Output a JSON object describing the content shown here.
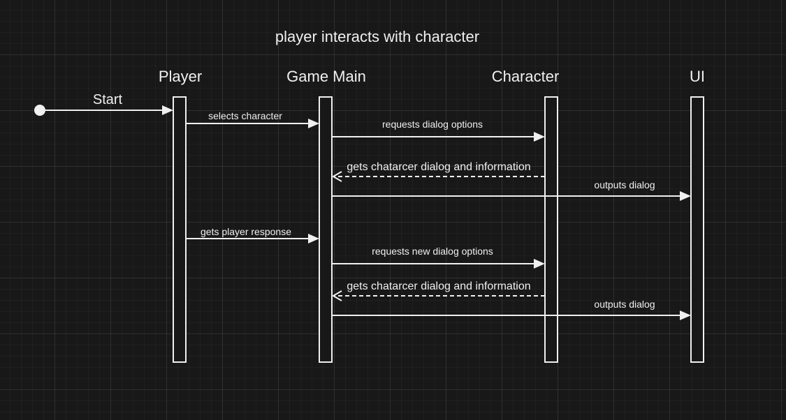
{
  "diagram": {
    "title": "player interacts with character",
    "start_label": "Start",
    "lifelines": {
      "player": "Player",
      "game_main": "Game Main",
      "character": "Character",
      "ui": "UI"
    },
    "messages": {
      "m1": "selects character",
      "m2": "requests dialog options",
      "m3": "gets chatarcer dialog and information",
      "m4": "outputs dialog",
      "m5": "gets player response",
      "m6": "requests new dialog options",
      "m7": "gets chatarcer dialog and information",
      "m8": "outputs dialog"
    }
  },
  "colors": {
    "background": "#181818",
    "foreground": "#f0f0f0"
  }
}
